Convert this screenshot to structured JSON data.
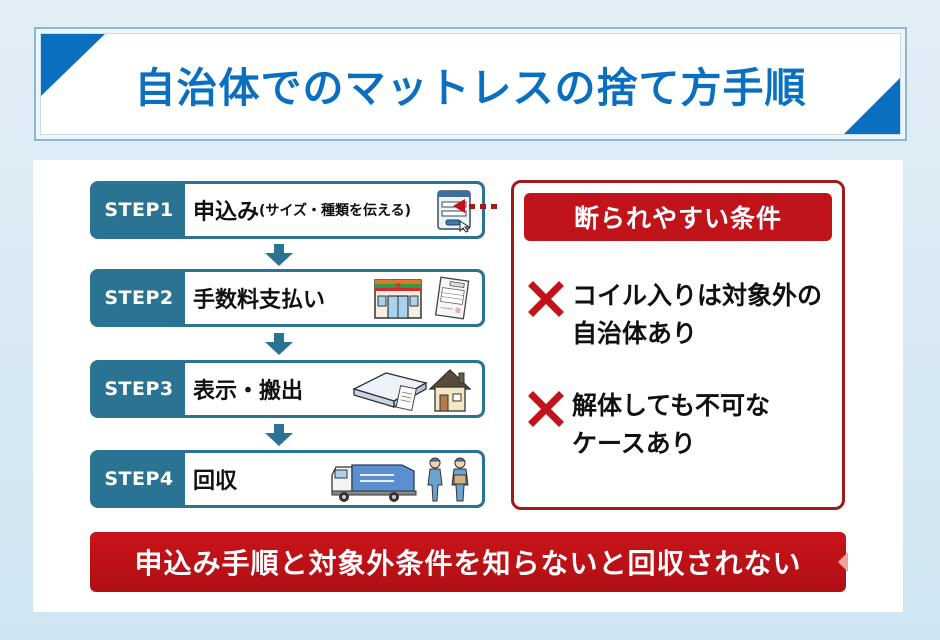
{
  "title": "自治体でのマットレスの捨て方手順",
  "colors": {
    "title_blue": "#0a6fbf",
    "step_teal": "#2a7393",
    "alert_red": "#c0141a",
    "background": "#d6e8f3"
  },
  "steps": [
    {
      "label": "STEP1",
      "text": "申込み",
      "subtext": "(サイズ・種類を伝える)",
      "icons": [
        "web-form-icon",
        "cursor-icon"
      ]
    },
    {
      "label": "STEP2",
      "text": "手数料支払い",
      "subtext": "",
      "icons": [
        "convenience-store-icon",
        "payment-slip-icon"
      ]
    },
    {
      "label": "STEP3",
      "text": "表示・搬出",
      "subtext": "",
      "icons": [
        "mattress-with-sticker-icon",
        "house-icon"
      ]
    },
    {
      "label": "STEP4",
      "text": "回収",
      "subtext": "",
      "icons": [
        "garbage-truck-icon",
        "workers-icon"
      ]
    }
  ],
  "conditions": {
    "heading": "断られやすい条件",
    "items": [
      {
        "icon": "cross-icon",
        "line1": "コイル入りは対象外の",
        "line2": "自治体あり"
      },
      {
        "icon": "cross-icon",
        "line1": "解体しても不可な",
        "line2": "ケースあり"
      }
    ]
  },
  "banner": "申込み手順と対象外条件を知らないと回収されない"
}
